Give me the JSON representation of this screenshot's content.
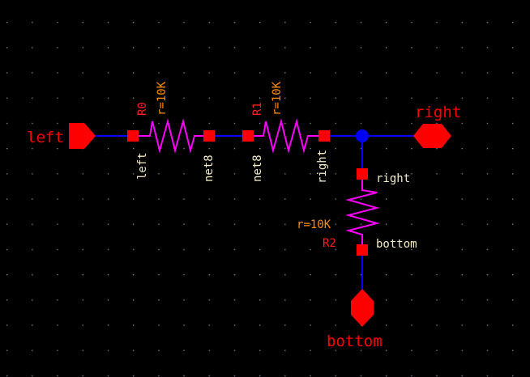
{
  "colors": {
    "background": "#000000",
    "wire": "#0000ff",
    "resistor": "#ff00ff",
    "pin": "#ff0000",
    "param": "#ff8c00",
    "terminal": "#f5ecc8",
    "grid": "#8090a0"
  },
  "pins": {
    "left": "left",
    "right": "right",
    "bottom": "bottom"
  },
  "resistors": [
    {
      "name": "R0",
      "param": "r=10K",
      "term_a": "left",
      "term_b": "net8"
    },
    {
      "name": "R1",
      "param": "r=10K",
      "term_a": "net8",
      "term_b": "right"
    },
    {
      "name": "R2",
      "param": "r=10K",
      "term_a": "right",
      "term_b": "bottom"
    }
  ]
}
